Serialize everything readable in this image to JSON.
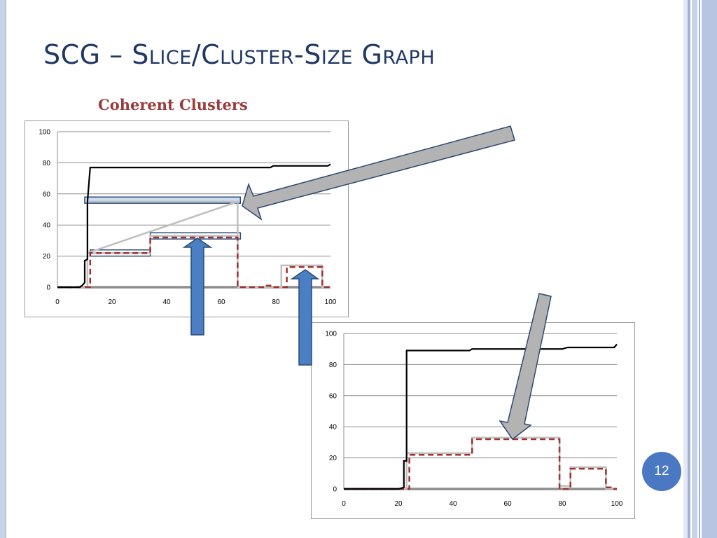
{
  "slide": {
    "title": "SCG – Slice/Cluster-Size Graph",
    "page_number": "12",
    "accent_color": "#4a78c2",
    "title_color": "#1f3864"
  },
  "chart_data": [
    {
      "type": "line",
      "title": "Coherent Clusters",
      "xlim": [
        0,
        100
      ],
      "ylim": [
        0,
        100
      ],
      "xticks": [
        0,
        20,
        40,
        60,
        80,
        100
      ],
      "yticks": [
        0,
        20,
        40,
        60,
        80,
        100
      ],
      "grid": true,
      "series": [
        {
          "color": "#000000",
          "style": "solid",
          "points": [
            [
              0,
              0
            ],
            [
              8,
              0
            ],
            [
              9,
              1
            ],
            [
              10,
              3
            ],
            [
              10,
              17
            ],
            [
              11,
              18
            ],
            [
              11,
              55
            ],
            [
              12,
              77
            ],
            [
              78,
              77
            ],
            [
              79,
              78
            ],
            [
              99,
              78
            ],
            [
              100,
              79
            ]
          ]
        },
        {
          "color": "#bfbfbf",
          "style": "solid",
          "points": [
            [
              0,
              0
            ],
            [
              11,
              0
            ],
            [
              11,
              22
            ],
            [
              34,
              22
            ],
            [
              34,
              33
            ],
            [
              66,
              33
            ],
            [
              66,
              55
            ],
            [
              11,
              55
            ],
            [
              11,
              22
            ],
            [
              66,
              55
            ],
            [
              66,
              0
            ],
            [
              82,
              0
            ],
            [
              82,
              14
            ],
            [
              97,
              14
            ],
            [
              97,
              0
            ],
            [
              100,
              0
            ]
          ]
        },
        {
          "color": "#a0312f",
          "style": "dashed",
          "points": [
            [
              0,
              0
            ],
            [
              12,
              0
            ],
            [
              12,
              22
            ],
            [
              34,
              22
            ],
            [
              34,
              32
            ],
            [
              66,
              32
            ],
            [
              66,
              0
            ],
            [
              76,
              0
            ],
            [
              76,
              1
            ],
            [
              78,
              1
            ],
            [
              78,
              0
            ],
            [
              84,
              0
            ],
            [
              84,
              13
            ],
            [
              97,
              13
            ],
            [
              97,
              0
            ],
            [
              100,
              0
            ]
          ]
        }
      ],
      "highlights": [
        {
          "x": [
            10,
            67
          ],
          "y": [
            54,
            58
          ],
          "fill": "#c5d9f1"
        },
        {
          "x": [
            12,
            34
          ],
          "y": [
            20,
            24
          ],
          "fill": "#ffffff"
        },
        {
          "x": [
            34,
            67
          ],
          "y": [
            31,
            35
          ],
          "fill": "#ffffff"
        }
      ]
    },
    {
      "type": "line",
      "title": "",
      "xlim": [
        0,
        100
      ],
      "ylim": [
        0,
        100
      ],
      "xticks": [
        0,
        20,
        40,
        60,
        80,
        100
      ],
      "yticks": [
        0,
        20,
        40,
        60,
        80,
        100
      ],
      "grid": true,
      "series": [
        {
          "color": "#000000",
          "style": "solid",
          "points": [
            [
              0,
              0
            ],
            [
              20,
              0
            ],
            [
              22,
              1
            ],
            [
              22,
              18
            ],
            [
              23,
              18
            ],
            [
              23,
              89
            ],
            [
              46,
              89
            ],
            [
              47,
              90
            ],
            [
              80,
              90
            ],
            [
              82,
              91
            ],
            [
              99,
              91
            ],
            [
              100,
              93
            ]
          ]
        },
        {
          "color": "#bfbfbf",
          "style": "solid",
          "points": [
            [
              0,
              0
            ],
            [
              23,
              0
            ],
            [
              23,
              23
            ],
            [
              47,
              23
            ],
            [
              47,
              33
            ],
            [
              79,
              33
            ],
            [
              79,
              2
            ],
            [
              83,
              2
            ],
            [
              83,
              14
            ],
            [
              96,
              14
            ],
            [
              96,
              0
            ],
            [
              100,
              0
            ]
          ]
        },
        {
          "color": "#a0312f",
          "style": "dashed",
          "points": [
            [
              0,
              0
            ],
            [
              24,
              0
            ],
            [
              24,
              22
            ],
            [
              47,
              22
            ],
            [
              47,
              32
            ],
            [
              79,
              32
            ],
            [
              79,
              0
            ],
            [
              83,
              0
            ],
            [
              83,
              13
            ],
            [
              96,
              13
            ],
            [
              96,
              1
            ],
            [
              99,
              1
            ],
            [
              99,
              0
            ],
            [
              100,
              0
            ]
          ]
        }
      ]
    }
  ]
}
